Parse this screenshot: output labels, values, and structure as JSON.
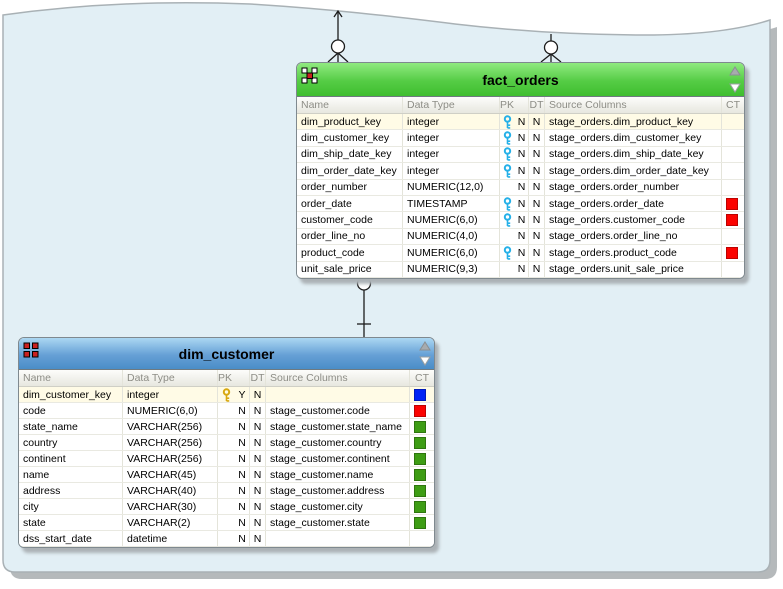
{
  "diagram": {
    "canvas_bg": "#e2eff5",
    "wave_border_color": "#a9b1b5",
    "shadow_color": "#b5b9bb",
    "connector_color": "#1c1c1c"
  },
  "column_headers": {
    "name": "Name",
    "data_type": "Data Type",
    "pk": "PK",
    "dt": "DT",
    "source": "Source Columns",
    "ct": "CT"
  },
  "ct_colors": {
    "red": "#fb0300",
    "blue": "#0023f5",
    "green": "#3e9d15"
  },
  "key_colors": {
    "cyan": "#25b0e8",
    "gold": "#d8a810"
  },
  "tables": [
    {
      "title": "fact_orders",
      "header_gradient": [
        "#90ea80",
        "#3fbe2f"
      ],
      "rows": [
        {
          "name": "dim_product_key",
          "type": "integer",
          "key": "cyan",
          "pk": "N",
          "dt": "N",
          "source": "stage_orders.dim_product_key",
          "ct": ""
        },
        {
          "name": "dim_customer_key",
          "type": "integer",
          "key": "cyan",
          "pk": "N",
          "dt": "N",
          "source": "stage_orders.dim_customer_key",
          "ct": ""
        },
        {
          "name": "dim_ship_date_key",
          "type": "integer",
          "key": "cyan",
          "pk": "N",
          "dt": "N",
          "source": "stage_orders.dim_ship_date_key",
          "ct": ""
        },
        {
          "name": "dim_order_date_key",
          "type": "integer",
          "key": "cyan",
          "pk": "N",
          "dt": "N",
          "source": "stage_orders.dim_order_date_key",
          "ct": ""
        },
        {
          "name": "order_number",
          "type": "NUMERIC(12,0)",
          "key": "",
          "pk": "N",
          "dt": "N",
          "source": "stage_orders.order_number",
          "ct": ""
        },
        {
          "name": "order_date",
          "type": "TIMESTAMP",
          "key": "cyan",
          "pk": "N",
          "dt": "N",
          "source": "stage_orders.order_date",
          "ct": "red"
        },
        {
          "name": "customer_code",
          "type": "NUMERIC(6,0)",
          "key": "cyan",
          "pk": "N",
          "dt": "N",
          "source": "stage_orders.customer_code",
          "ct": "red"
        },
        {
          "name": "order_line_no",
          "type": "NUMERIC(4,0)",
          "key": "",
          "pk": "N",
          "dt": "N",
          "source": "stage_orders.order_line_no",
          "ct": ""
        },
        {
          "name": "product_code",
          "type": "NUMERIC(6,0)",
          "key": "cyan",
          "pk": "N",
          "dt": "N",
          "source": "stage_orders.product_code",
          "ct": "red"
        },
        {
          "name": "unit_sale_price",
          "type": "NUMERIC(9,3)",
          "key": "",
          "pk": "N",
          "dt": "N",
          "source": "stage_orders.unit_sale_price",
          "ct": ""
        }
      ]
    },
    {
      "title": "dim_customer",
      "header_gradient": [
        "#abd7f2",
        "#4a8dc7"
      ],
      "rows": [
        {
          "name": "dim_customer_key",
          "type": "integer",
          "key": "gold",
          "pk": "Y",
          "dt": "N",
          "source": "",
          "ct": "blue"
        },
        {
          "name": "code",
          "type": "NUMERIC(6,0)",
          "key": "",
          "pk": "N",
          "dt": "N",
          "source": "stage_customer.code",
          "ct": "red"
        },
        {
          "name": "state_name",
          "type": "VARCHAR(256)",
          "key": "",
          "pk": "N",
          "dt": "N",
          "source": "stage_customer.state_name",
          "ct": "green"
        },
        {
          "name": "country",
          "type": "VARCHAR(256)",
          "key": "",
          "pk": "N",
          "dt": "N",
          "source": "stage_customer.country",
          "ct": "green"
        },
        {
          "name": "continent",
          "type": "VARCHAR(256)",
          "key": "",
          "pk": "N",
          "dt": "N",
          "source": "stage_customer.continent",
          "ct": "green"
        },
        {
          "name": "name",
          "type": "VARCHAR(45)",
          "key": "",
          "pk": "N",
          "dt": "N",
          "source": "stage_customer.name",
          "ct": "green"
        },
        {
          "name": "address",
          "type": "VARCHAR(40)",
          "key": "",
          "pk": "N",
          "dt": "N",
          "source": "stage_customer.address",
          "ct": "green"
        },
        {
          "name": "city",
          "type": "VARCHAR(30)",
          "key": "",
          "pk": "N",
          "dt": "N",
          "source": "stage_customer.city",
          "ct": "green"
        },
        {
          "name": "state",
          "type": "VARCHAR(2)",
          "key": "",
          "pk": "N",
          "dt": "N",
          "source": "stage_customer.state",
          "ct": "green"
        },
        {
          "name": "dss_start_date",
          "type": "datetime",
          "key": "",
          "pk": "N",
          "dt": "N",
          "source": "",
          "ct": ""
        }
      ]
    }
  ]
}
